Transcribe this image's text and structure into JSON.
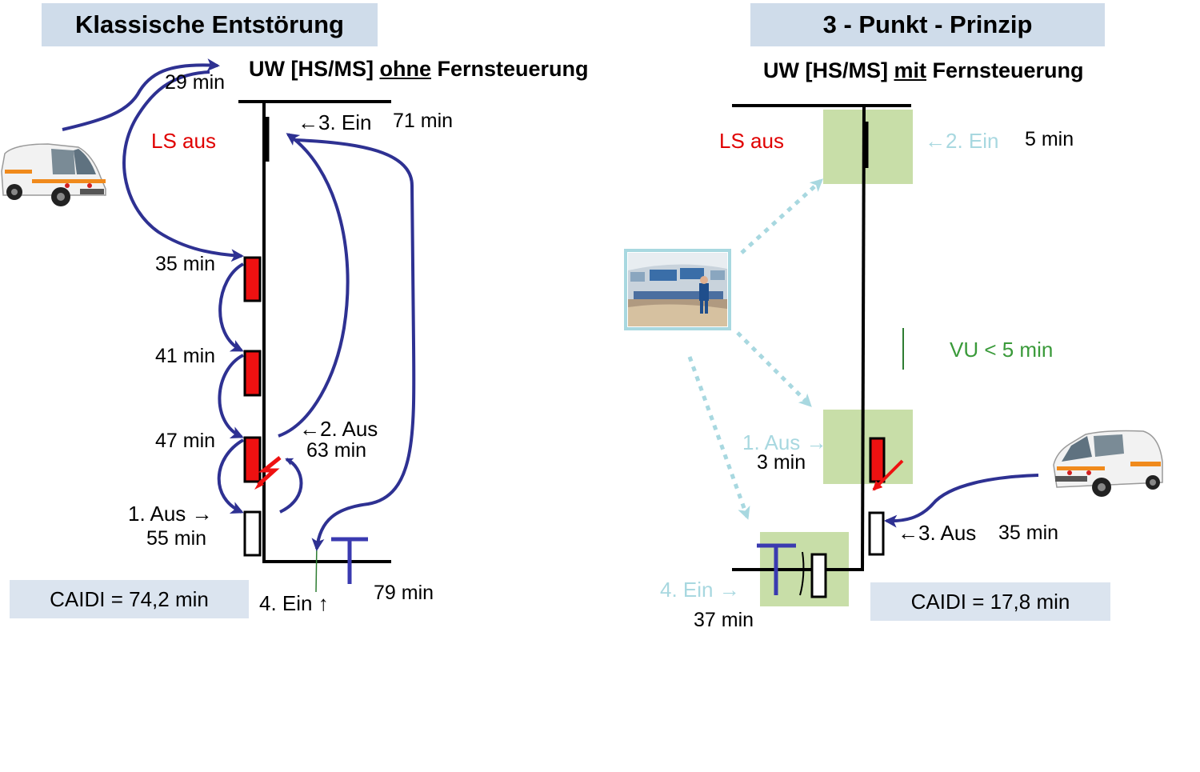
{
  "left": {
    "header": "Klassische Entstörung",
    "subtitle_pre": "UW [HS/MS] ",
    "subtitle_underlined": "ohne",
    "subtitle_post": " Fernsteuerung",
    "ls_aus": "LS aus",
    "t_29": "29 min",
    "ein3": "←3. Ein",
    "t_71": "71 min",
    "t_35": "35 min",
    "t_41": "41 min",
    "t_47": "47 min",
    "aus2": "←2. Aus",
    "t_63": "63 min",
    "aus1": "1. Aus →",
    "t_55": "55 min",
    "ein4": "4. Ein ↑",
    "t_79": "79 min",
    "caidi": "CAIDI  = 74,2 min"
  },
  "right": {
    "header": "3 - Punkt - Prinzip",
    "subtitle_pre": "UW [HS/MS] ",
    "subtitle_underlined": "mit",
    "subtitle_post": " Fernsteuerung",
    "ls_aus": "LS aus",
    "ein2": "←2. Ein",
    "t_5": "5 min",
    "vu": "VU  < 5 min",
    "aus1": "1. Aus →",
    "t_3": "3 min",
    "aus3": "←3. Aus",
    "t_35": "35 min",
    "ein4": "4. Ein →",
    "t_37": "37 min",
    "caidi": "CAIDI  = 17,8 min"
  },
  "colors": {
    "arrow": "#2e3192",
    "header_bg": "#cfdcea",
    "caidi_bg": "#dbe4ef",
    "red_text": "#e00000",
    "fault": "#ee1111",
    "green_box": "#c8dea8",
    "green_text": "#3a9a3a",
    "faded": "#a8d8e0",
    "ein2_arrow": "#9acd32"
  },
  "icons": [
    "service-van-icon",
    "control-room-photo",
    "lightning-fault-icon"
  ]
}
